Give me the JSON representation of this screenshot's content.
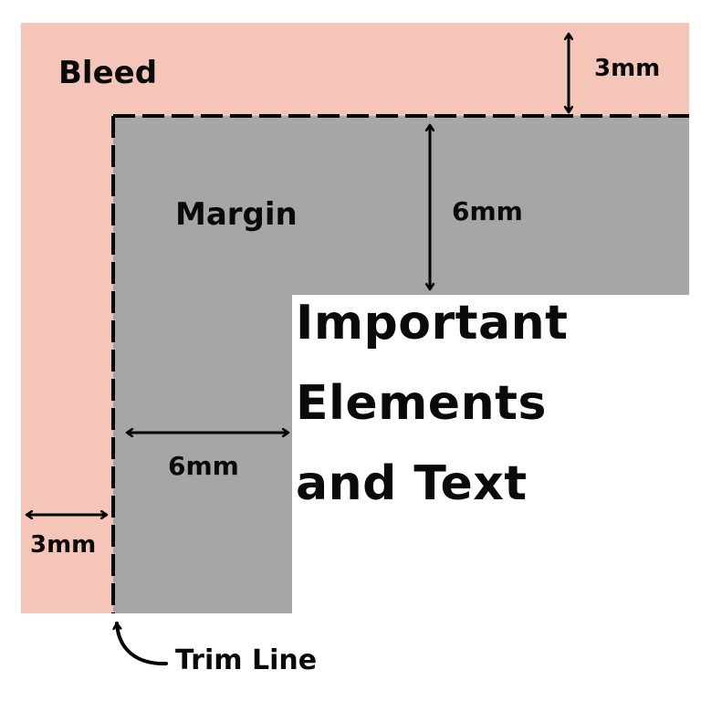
{
  "diagram": {
    "colors": {
      "bleed": "#f5c6b8",
      "margin": "#a6a6a6",
      "safe_area": "#ffffff",
      "lines": "#000000"
    },
    "labels": {
      "bleed": "Bleed",
      "margin": "Margin",
      "safe_area_line1": "Important",
      "safe_area_line2": "Elements",
      "safe_area_line3": "and Text",
      "trim_line": "Trim Line",
      "bleed_top_measure": "3mm",
      "bleed_left_measure": "3mm",
      "margin_top_measure": "6mm",
      "margin_left_measure": "6mm"
    }
  }
}
